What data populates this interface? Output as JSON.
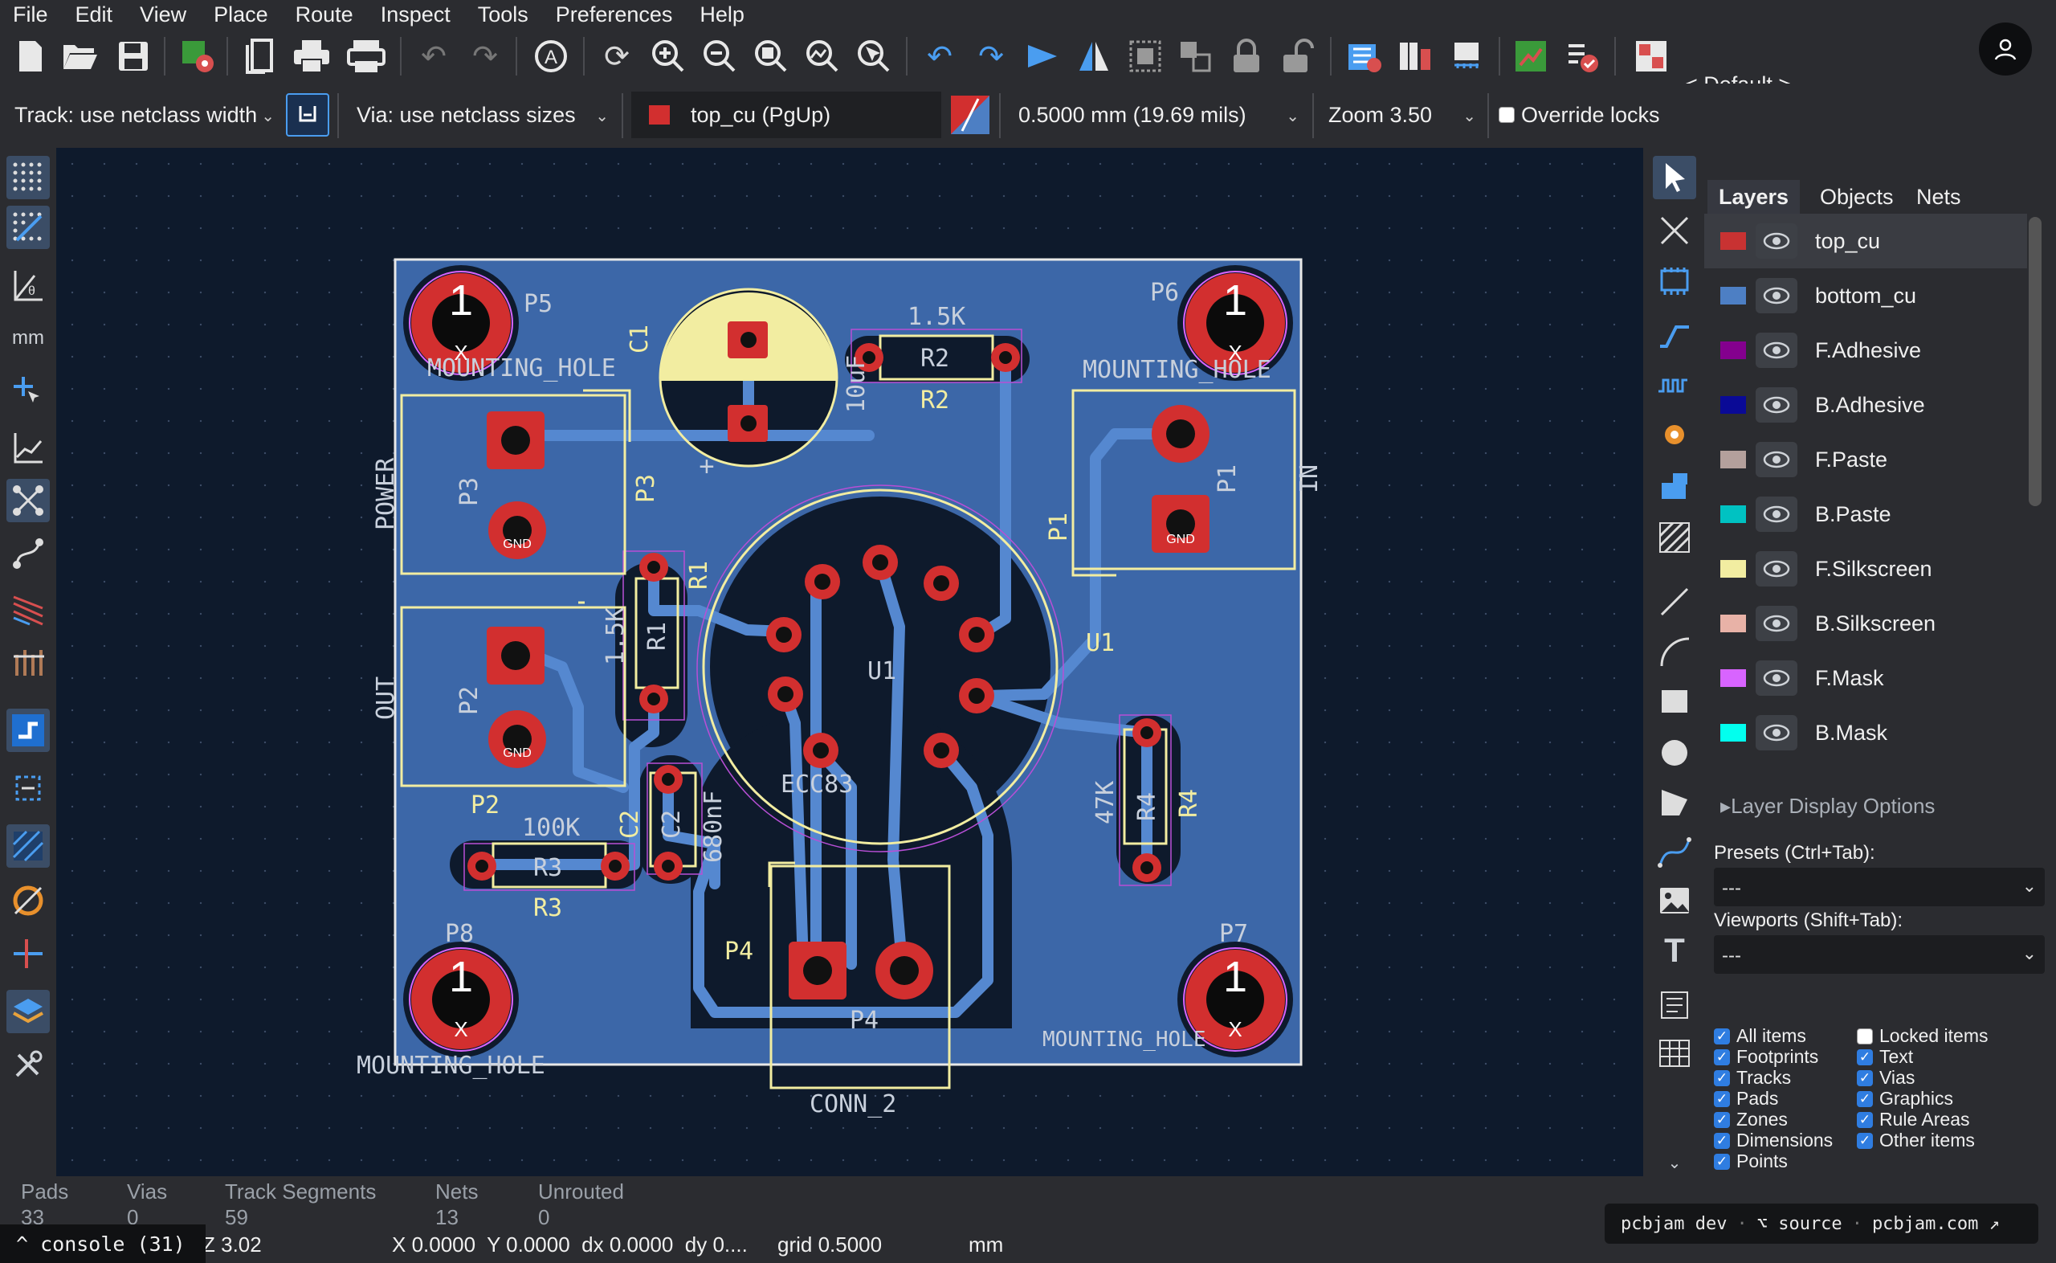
{
  "menu": [
    "File",
    "Edit",
    "View",
    "Place",
    "Route",
    "Inspect",
    "Tools",
    "Preferences",
    "Help"
  ],
  "toolbar": {
    "preset": "< Default >",
    "icons": [
      "new-board-icon",
      "open-icon",
      "save-icon",
      "board-setup-icon",
      "page-setup-icon",
      "print-icon",
      "plot-icon",
      "undo-icon",
      "redo-icon",
      "find-icon",
      "redraw-icon",
      "zoom-in-icon",
      "zoom-out-icon",
      "zoom-fit-icon",
      "zoom-objects-icon",
      "zoom-selection-icon",
      "rotate-ccw-icon",
      "rotate-cw-icon",
      "flip-icon",
      "mirror-icon",
      "group-icon",
      "ungroup-icon",
      "lock-icon",
      "unlock-icon",
      "netlist-icon",
      "footprint-library-icon",
      "footprint-editor-icon",
      "scripting-icon",
      "drc-icon",
      "plugin-icon"
    ]
  },
  "options": {
    "track": "Track: use netclass width",
    "via": "Via: use netclass sizes",
    "layer": "top_cu (PgUp)",
    "layer_color": "#d22f2f",
    "grid": "0.5000 mm (19.69 mils)",
    "zoom": "Zoom 3.50",
    "override_locks": "Override locks"
  },
  "board": {
    "labels": {
      "p5": "P5",
      "p6": "P6",
      "p7": "P7",
      "p8": "P8",
      "mh_tl": "MOUNTING_HOLE",
      "mh_tr": "MOUNTING_HOLE",
      "mh_bl": "MOUNTING_HOLE",
      "mh_br": "MOUNTING_HOLE",
      "c1": "C1",
      "c1v": "10uF",
      "r2v": "1.5K",
      "r2": "R2",
      "r2b": "R2",
      "power": "POWER",
      "p3": "P3",
      "p3b": "P3",
      "p1": "P1",
      "p1b": "P1",
      "in": "IN",
      "r1": "R1",
      "r1b": "R1",
      "r1v": "1.5K",
      "out": "OUT",
      "p2": "P2",
      "p2b": "P2",
      "u1": "U1",
      "u1b": "U1",
      "ecc": "ECC83",
      "r4": "R4",
      "r4b": "R4",
      "r4v": "47K",
      "r3": "R3",
      "r3b": "R3",
      "r3v": "100K",
      "c2": "C2",
      "c2b": "C2",
      "c2v": "680nF",
      "p4": "P4",
      "p4b": "P4",
      "conn": "CONN_2",
      "gnd": "GND",
      "hole": "1",
      "x": "X"
    }
  },
  "panel": {
    "tabs": [
      "Layers",
      "Objects",
      "Nets"
    ],
    "layers": [
      {
        "name": "top_cu",
        "color": "#c83232"
      },
      {
        "name": "bottom_cu",
        "color": "#4d7fc4"
      },
      {
        "name": "F.Adhesive",
        "color": "#84008e"
      },
      {
        "name": "B.Adhesive",
        "color": "#0a0a96"
      },
      {
        "name": "F.Paste",
        "color": "#b4a09c"
      },
      {
        "name": "B.Paste",
        "color": "#00c2c2"
      },
      {
        "name": "F.Silkscreen",
        "color": "#f2eda1"
      },
      {
        "name": "B.Silkscreen",
        "color": "#e8b2a7"
      },
      {
        "name": "F.Mask",
        "color": "#d864ff"
      },
      {
        "name": "B.Mask",
        "color": "#02ffee"
      }
    ],
    "display_options": "Layer Display Options",
    "presets_label": "Presets (Ctrl+Tab):",
    "presets_value": "---",
    "viewports_label": "Viewports (Shift+Tab):",
    "viewports_value": "---",
    "filters_left": [
      {
        "label": "All items",
        "checked": true
      },
      {
        "label": "Footprints",
        "checked": true
      },
      {
        "label": "Tracks",
        "checked": true
      },
      {
        "label": "Pads",
        "checked": true
      },
      {
        "label": "Zones",
        "checked": true
      },
      {
        "label": "Dimensions",
        "checked": true
      },
      {
        "label": "Points",
        "checked": true
      }
    ],
    "filters_right": [
      {
        "label": "Locked items",
        "checked": false
      },
      {
        "label": "Text",
        "checked": true
      },
      {
        "label": "Vias",
        "checked": true
      },
      {
        "label": "Graphics",
        "checked": true
      },
      {
        "label": "Rule Areas",
        "checked": true
      },
      {
        "label": "Other items",
        "checked": true
      }
    ]
  },
  "status": {
    "pads_label": "Pads",
    "pads": "33",
    "vias_label": "Vias",
    "vias": "0",
    "tracks_label": "Track Segments",
    "tracks": "59",
    "nets_label": "Nets",
    "nets": "13",
    "unrouted_label": "Unrouted",
    "unrouted": "0",
    "console": "^ console (31)",
    "z": "Z 3.02",
    "coords": "X 0.0000  Y 0.0000  dx 0.0000  dy 0....",
    "grid": "grid 0.5000",
    "units": "mm"
  },
  "footer": {
    "dev": "pcbjam dev",
    "source": "source",
    "site": "pcbjam.com"
  }
}
